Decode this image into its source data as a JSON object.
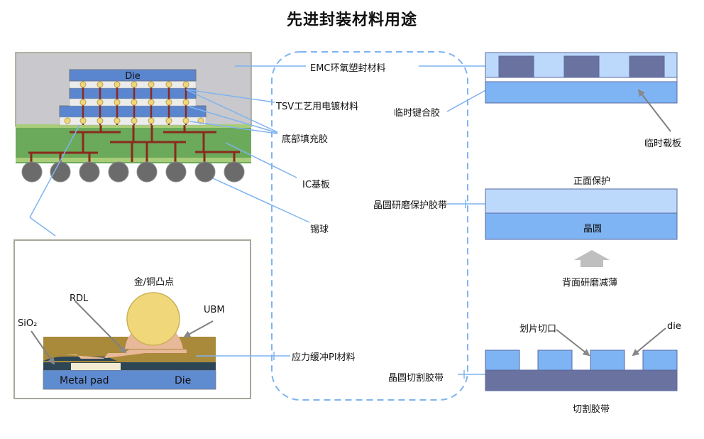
{
  "title": "先进封装材料用途",
  "colors": {
    "leader_line": "#7fb4f0",
    "dashed_border": "#7fb4f0",
    "emc_gray": "#c9c8cc",
    "die_blue": "#5a86d0",
    "substrate_green": "#6aaa5a",
    "solder_ball": "#6b6b6b",
    "bump_gold": "#f0d77a",
    "pi_brown": "#a98a3a",
    "tape_light": "#bcd8fb",
    "wafer_blue": "#7eb4f4",
    "dicing_tape": "#6a72a0",
    "arrow_gray": "#888888"
  },
  "package_diagram": {
    "die_label": "Die"
  },
  "bump_detail": {
    "labels": {
      "bump": "金/铜凸点",
      "rdl": "RDL",
      "ubm": "UBM",
      "sio2": "SiO₂",
      "metal_pad": "Metal pad",
      "die": "Die"
    }
  },
  "materials": {
    "emc": "EMC环氧塑封材料",
    "tsv": "TSV工艺用电镀材料",
    "underfill": "底部填充胶",
    "ic_substrate": "IC基板",
    "solder_ball": "锡球",
    "temp_bonding": "临时键合胶",
    "grinding_tape": "晶圆研磨保护胶带",
    "pi": "应力缓冲PI材料",
    "dicing_tape": "晶圆切割胶带"
  },
  "temp_bonding_diagram": {
    "carrier_label": "临时载板"
  },
  "grinding_diagram": {
    "front_protect": "正面保护",
    "wafer": "晶圆",
    "back_grind": "背面研磨减薄"
  },
  "dicing_diagram": {
    "kerf": "划片切口",
    "die": "die",
    "tape": "切割胶带"
  }
}
